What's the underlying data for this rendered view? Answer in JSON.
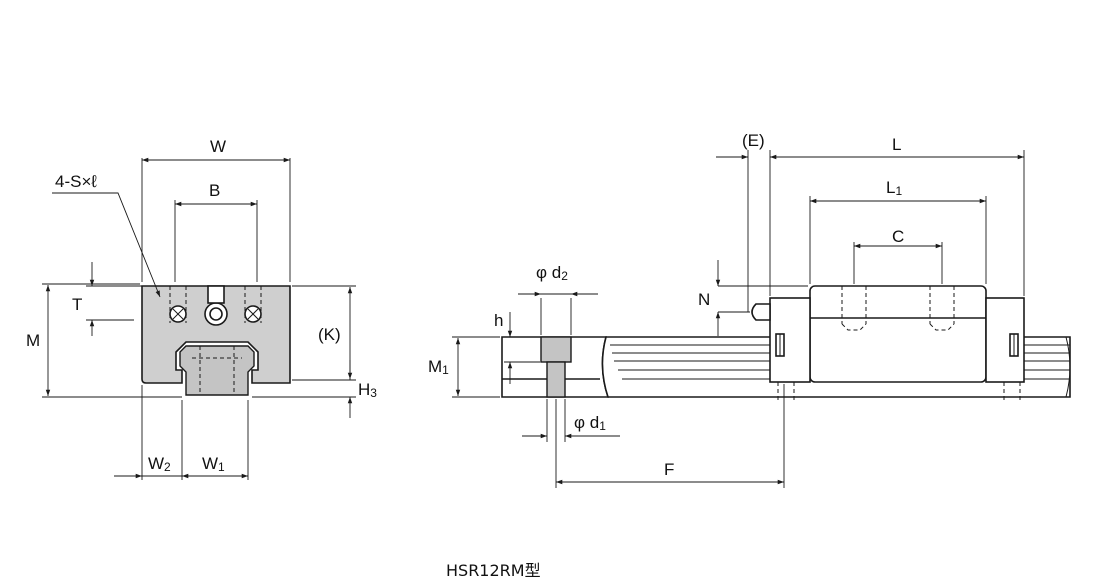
{
  "figure": {
    "caption": "HSR12RM型"
  },
  "front_view": {
    "labels": {
      "width": "W",
      "hole_spacing": "B",
      "thread": "4-S×ℓ",
      "thread_depth": "T",
      "height": "M",
      "k_dim": "(K)",
      "h3_main": "H",
      "h3_sub": "3",
      "w2_main": "W",
      "w2_sub": "2",
      "w1_main": "W",
      "w1_sub": "1"
    }
  },
  "side_view": {
    "labels": {
      "e_dim": "(E)",
      "length": "L",
      "l1_main": "L",
      "l1_sub": "1",
      "c_dim": "C",
      "n_dim": "N",
      "d2_main": "φ d",
      "d2_sub": "2",
      "d1_main": "φ d",
      "d1_sub": "1",
      "h_dim": "h",
      "m1_main": "M",
      "m1_sub": "1",
      "pitch": "F"
    }
  }
}
